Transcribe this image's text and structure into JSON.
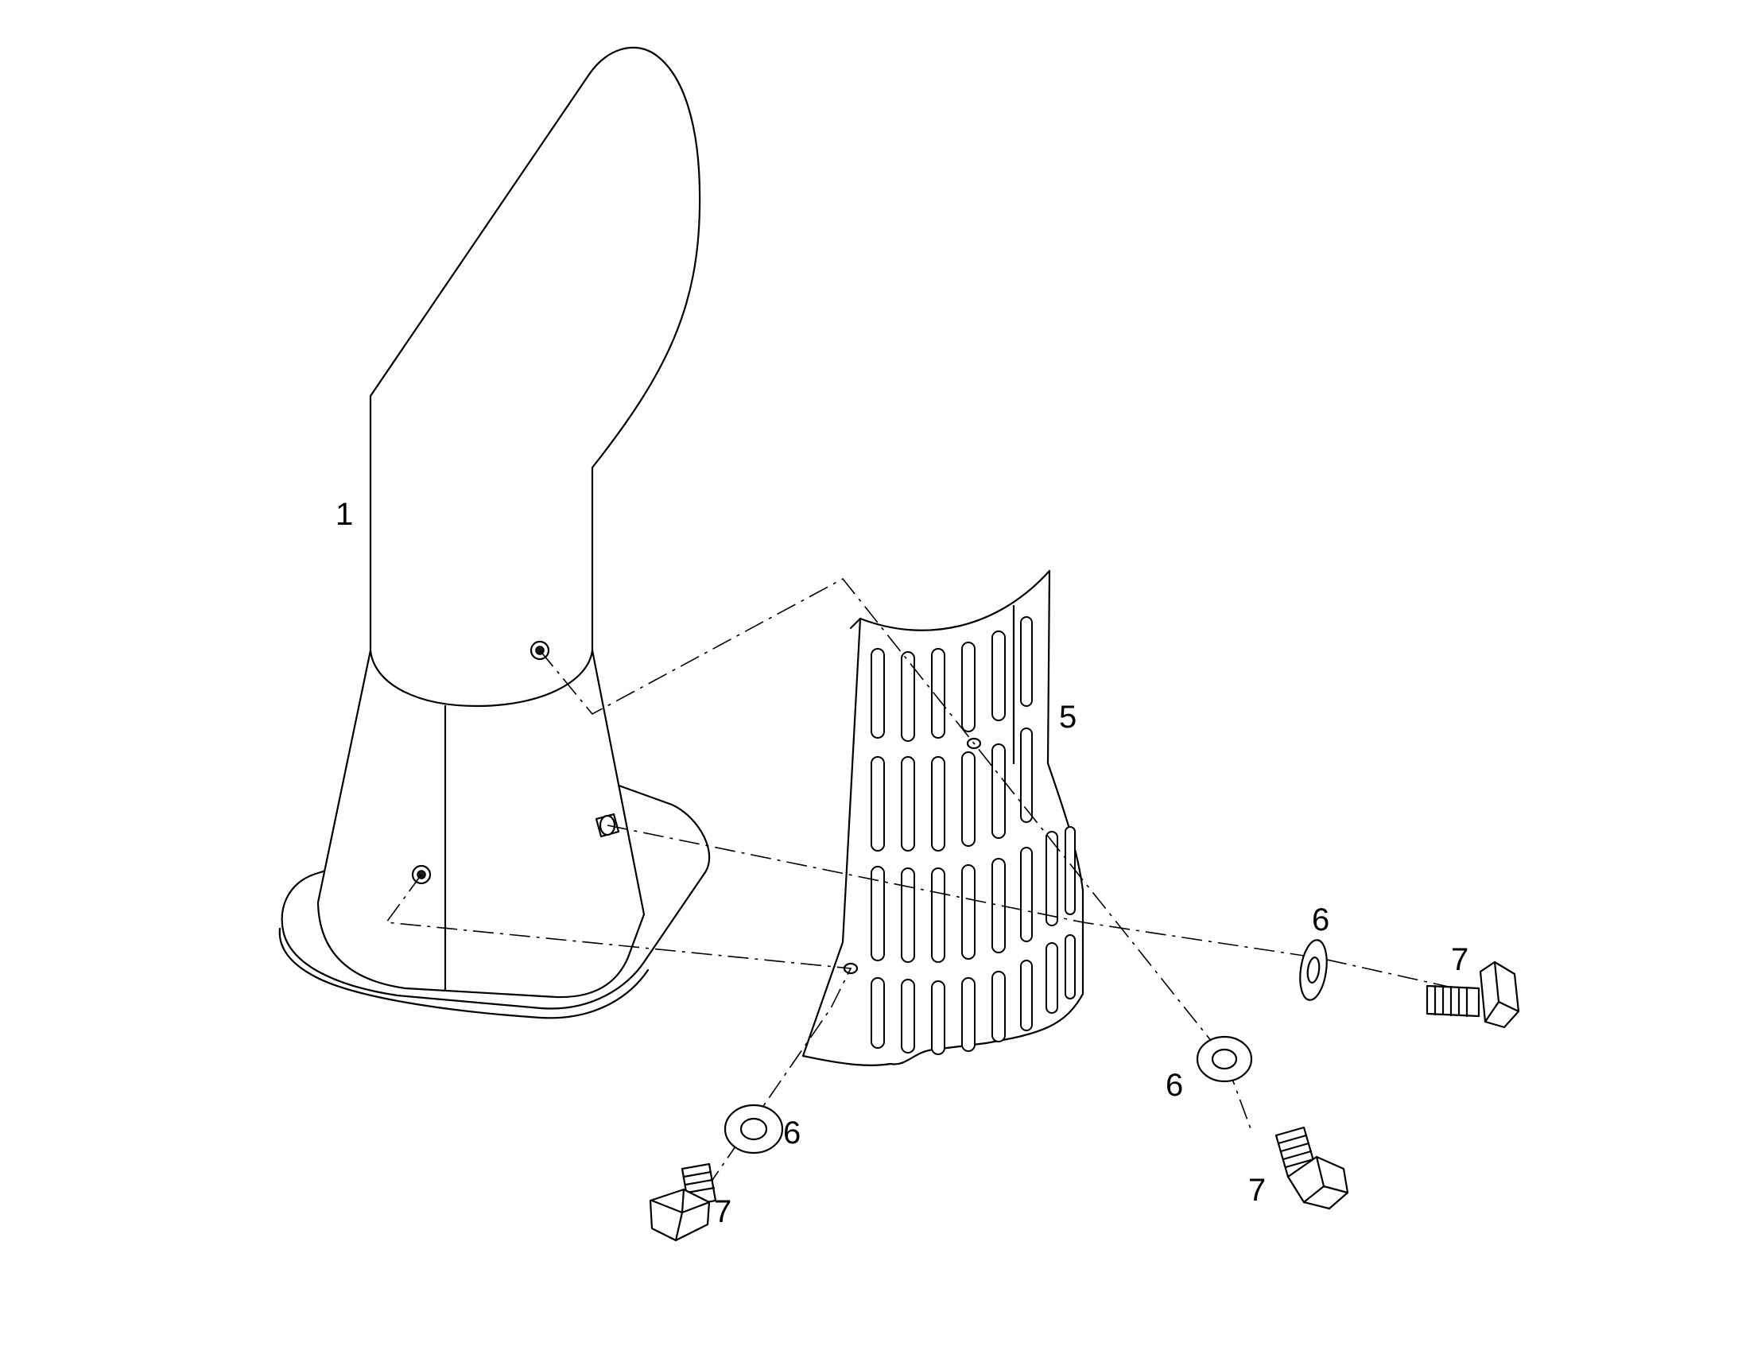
{
  "labels": {
    "part_1": "1",
    "part_5": "5",
    "part_6_right_upper": "6",
    "part_6_right_lower": "6",
    "part_6_left": "6",
    "part_7_right_upper": "7",
    "part_7_right_lower": "7",
    "part_7_left": "7"
  }
}
